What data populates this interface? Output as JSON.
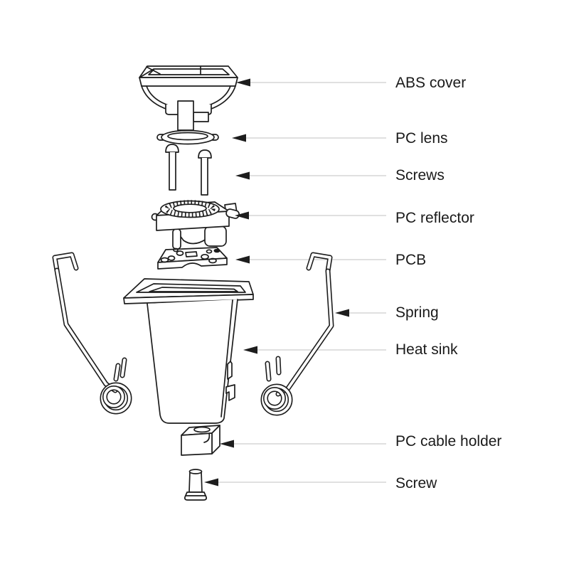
{
  "diagram": {
    "type": "exploded-parts-diagram",
    "subject": "LED downlight fixture assembly",
    "parts": [
      {
        "id": "abs-cover",
        "label": "ABS cover"
      },
      {
        "id": "pc-lens",
        "label": "PC lens"
      },
      {
        "id": "screws",
        "label": "Screws"
      },
      {
        "id": "pc-reflector",
        "label": "PC reflector"
      },
      {
        "id": "pcb",
        "label": "PCB"
      },
      {
        "id": "spring",
        "label": "Spring"
      },
      {
        "id": "heat-sink",
        "label": "Heat sink"
      },
      {
        "id": "pc-cable-holder",
        "label": "PC cable holder"
      },
      {
        "id": "screw",
        "label": "Screw"
      }
    ],
    "colors": {
      "line": "#1d1d1d",
      "leader": "#d6d6d6",
      "background": "#ffffff",
      "text": "#1a1a1a"
    }
  }
}
